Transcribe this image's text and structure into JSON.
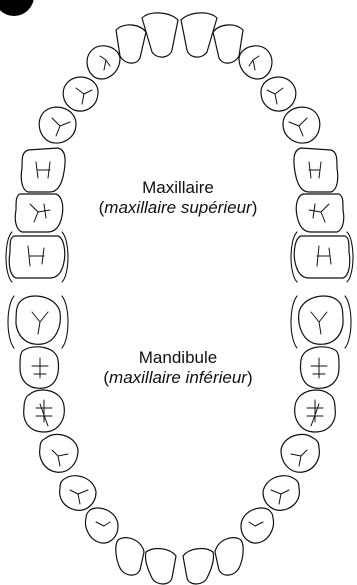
{
  "upper_arch": {
    "title": "Maxillaire",
    "subtitle_open": "(",
    "subtitle_italic": "maxillaire supérieur",
    "subtitle_close": ")"
  },
  "lower_arch": {
    "title": "Mandibule",
    "subtitle_open": "(",
    "subtitle_italic": "maxillaire inférieur",
    "subtitle_close": ")"
  },
  "colors": {
    "stroke": "#111111",
    "background": "#ffffff",
    "badge": "#000000"
  }
}
